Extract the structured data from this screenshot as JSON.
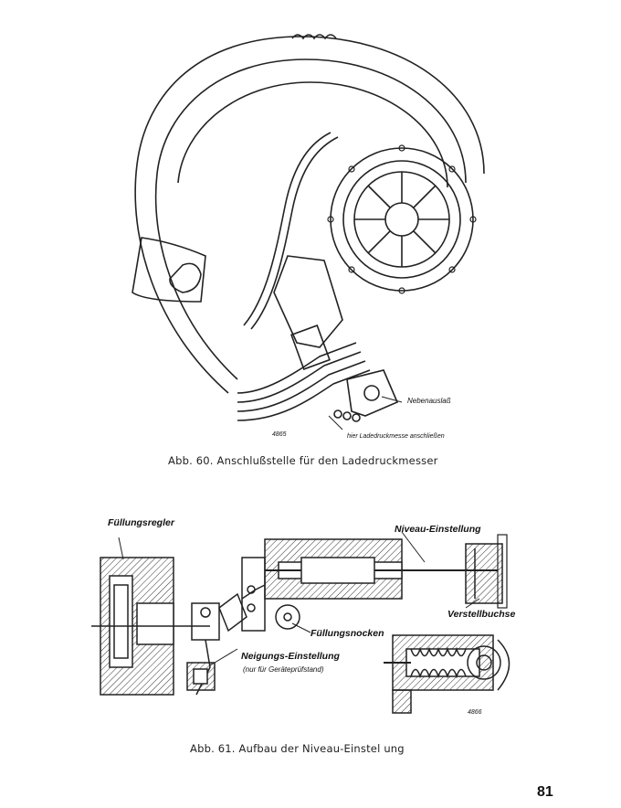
{
  "figure60": {
    "caption": "Abb. 60. Anschlußstelle für den Ladedruckmesser",
    "drawing_number": "4865",
    "labels": {
      "nebenauslass": "Nebenauslaß",
      "hier_anschliessen": "hier Ladedruckmesse anschließen"
    }
  },
  "figure61": {
    "caption": "Abb. 61. Aufbau der Niveau-Einstel ung",
    "drawing_number": "4866",
    "labels": {
      "fuellungsregler": "Füllungsregler",
      "niveau_einstellung": "Niveau-Einstellung",
      "verstellbuchse": "Verstellbuchse",
      "fuellungsnocken": "Füllungsnocken",
      "neigungs_einstellung": "Neigungs-Einstellung",
      "neigungs_note": "(nur für Geräteprüfstand)"
    }
  },
  "page": {
    "number": "81"
  }
}
